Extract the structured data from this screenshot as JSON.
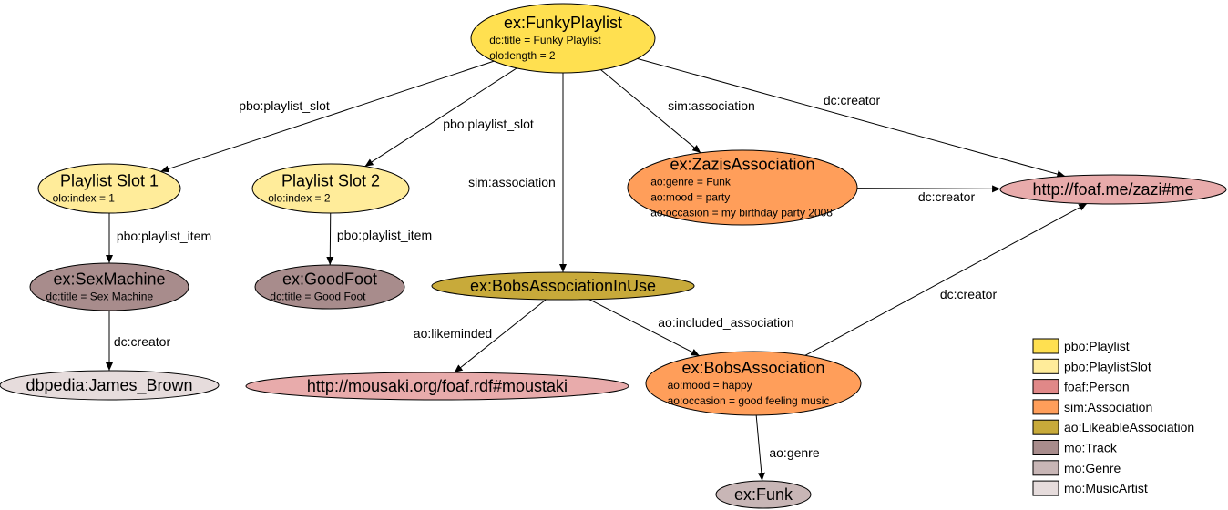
{
  "nodes": [
    {
      "id": "funky",
      "title": "ex:FunkyPlaylist",
      "props": [
        "dc:title = Funky Playlist",
        "olo:length = 2"
      ],
      "color": "#FFE050"
    },
    {
      "id": "slot1",
      "title": "Playlist Slot 1",
      "props": [
        "olo:index = 1"
      ],
      "color": "#FFEC9A"
    },
    {
      "id": "slot2",
      "title": "Playlist Slot 2",
      "props": [
        "olo:index = 2"
      ],
      "color": "#FFEC9A"
    },
    {
      "id": "zazis",
      "title": "ex:ZazisAssociation",
      "props": [
        "ao:genre = Funk",
        "ao:mood = party",
        "ao:occasion = my birthday party 2008"
      ],
      "color": "#FF9E5A"
    },
    {
      "id": "zazime",
      "title": "http://foaf.me/zazi#me",
      "props": [],
      "color": "#E8ABAB"
    },
    {
      "id": "sexmachine",
      "title": "ex:SexMachine",
      "props": [
        "dc:title = Sex Machine"
      ],
      "color": "#A88C8C"
    },
    {
      "id": "goodfoot",
      "title": "ex:GoodFoot",
      "props": [
        "dc:title = Good Foot"
      ],
      "color": "#A88C8C"
    },
    {
      "id": "bobsinuse",
      "title": "ex:BobsAssociationInUse",
      "props": [],
      "color": "#C8AA3A"
    },
    {
      "id": "jamesbrown",
      "title": "dbpedia:James_Brown",
      "props": [],
      "color": "#E6DCDC"
    },
    {
      "id": "moustaki",
      "title": "http://mousaki.org/foaf.rdf#moustaki",
      "props": [],
      "color": "#E8ABAB"
    },
    {
      "id": "bobs",
      "title": "ex:BobsAssociation",
      "props": [
        "ao:mood = happy",
        "ao:occasion = good feeling music"
      ],
      "color": "#FF9E5A"
    },
    {
      "id": "funk",
      "title": "ex:Funk",
      "props": [],
      "color": "#C8B6B6"
    }
  ],
  "edges": [
    {
      "from": "funky",
      "to": "slot1",
      "label": "pbo:playlist_slot"
    },
    {
      "from": "funky",
      "to": "slot2",
      "label": "pbo:playlist_slot"
    },
    {
      "from": "funky",
      "to": "bobsinuse",
      "label": "sim:association"
    },
    {
      "from": "funky",
      "to": "zazis",
      "label": "sim:association"
    },
    {
      "from": "funky",
      "to": "zazime",
      "label": "dc:creator"
    },
    {
      "from": "zazis",
      "to": "zazime",
      "label": "dc:creator"
    },
    {
      "from": "slot1",
      "to": "sexmachine",
      "label": "pbo:playlist_item"
    },
    {
      "from": "slot2",
      "to": "goodfoot",
      "label": "pbo:playlist_item"
    },
    {
      "from": "sexmachine",
      "to": "jamesbrown",
      "label": "dc:creator"
    },
    {
      "from": "bobsinuse",
      "to": "moustaki",
      "label": "ao:likeminded"
    },
    {
      "from": "bobsinuse",
      "to": "bobs",
      "label": "ao:included_association"
    },
    {
      "from": "bobs",
      "to": "zazime",
      "label": "dc:creator"
    },
    {
      "from": "bobs",
      "to": "funk",
      "label": "ao:genre"
    }
  ],
  "legend": [
    {
      "label": "pbo:Playlist",
      "color": "#FFE050"
    },
    {
      "label": "pbo:PlaylistSlot",
      "color": "#FFEC9A"
    },
    {
      "label": "foaf:Person",
      "color": "#E08888"
    },
    {
      "label": "sim:Association",
      "color": "#FF9E5A"
    },
    {
      "label": "ao:LikeableAssociation",
      "color": "#C8AA3A"
    },
    {
      "label": "mo:Track",
      "color": "#A88C8C"
    },
    {
      "label": "mo:Genre",
      "color": "#C8B6B6"
    },
    {
      "label": "mo:MusicArtist",
      "color": "#E6DCDC"
    }
  ]
}
